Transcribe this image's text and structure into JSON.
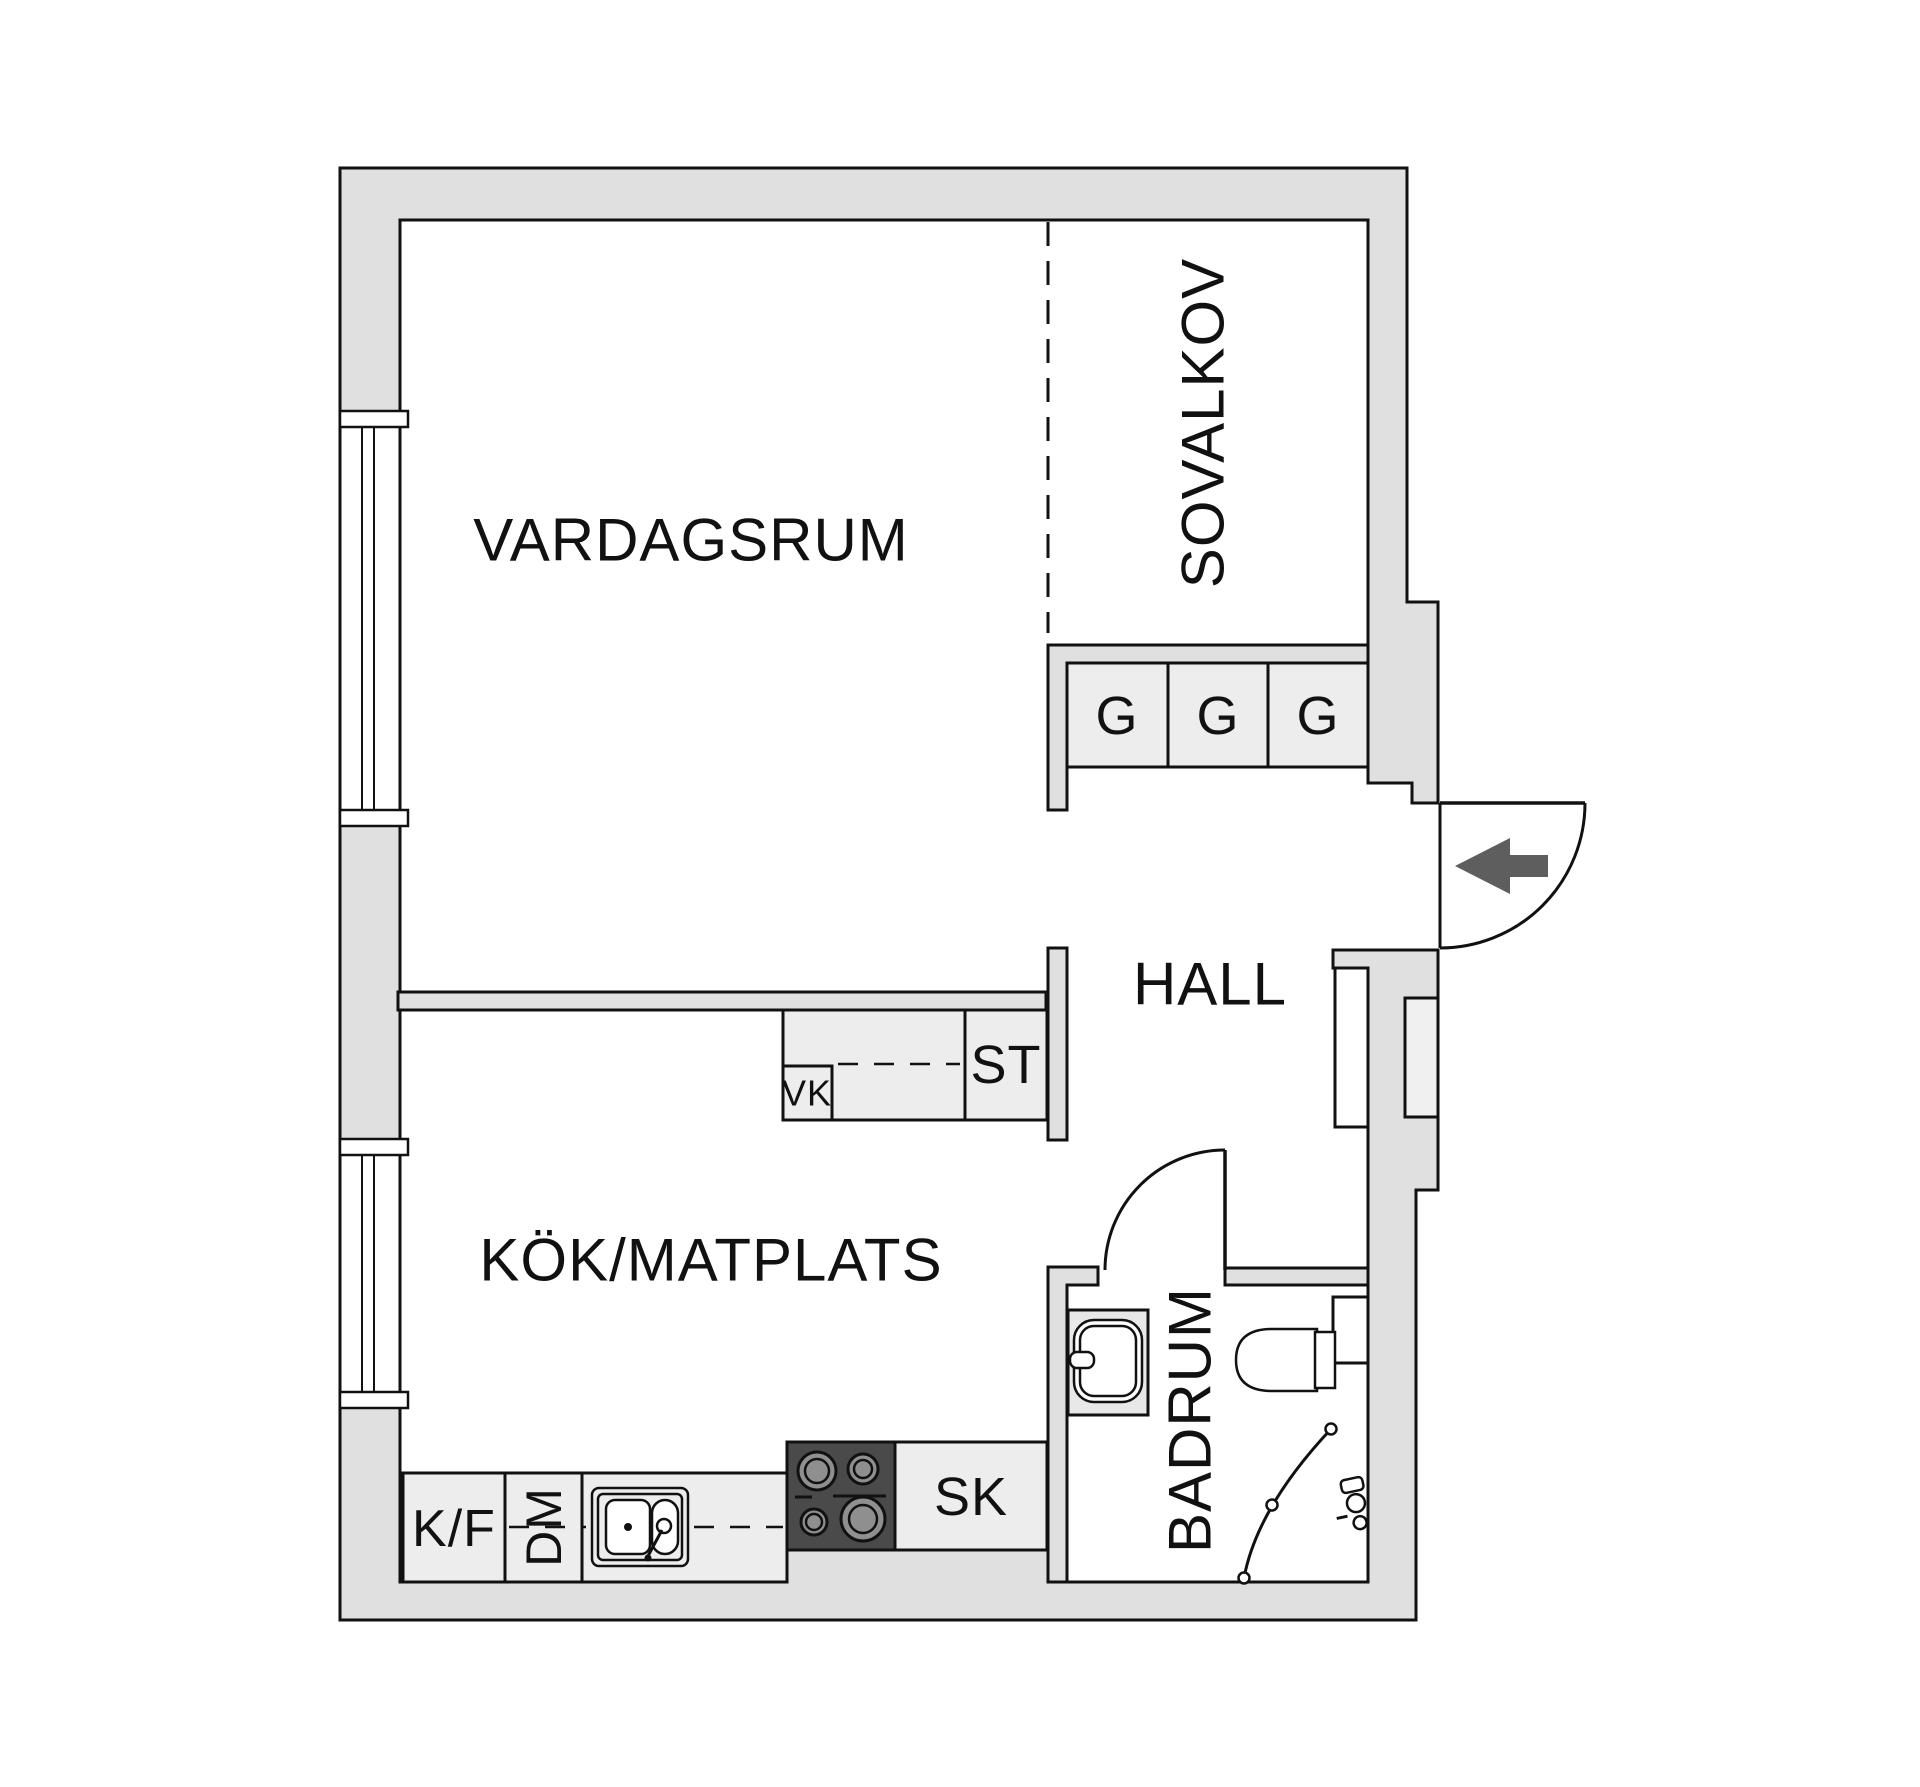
{
  "title": "Apartment floor plan",
  "colors": {
    "background": "#FFFFFF",
    "wall": "#E0E0E0",
    "fixture": "#EDEDED",
    "niche": "#F0F0F0",
    "line": "#111111",
    "stove": "#4A4A4A",
    "burner": "#8F8F8F",
    "arrow": "#5E5E5E",
    "sink_unit": "#E8E8E8"
  },
  "rooms": {
    "living": {
      "label": "VARDAGSRUM"
    },
    "sleeping_alcove": {
      "label": "SOVALKOV"
    },
    "hall": {
      "label": "HALL"
    },
    "kitchen": {
      "label": "KÖK/MATPLATS"
    },
    "bathroom": {
      "label": "BADRUM"
    }
  },
  "closets": {
    "wardrobes": [
      "G",
      "G",
      "G"
    ],
    "storage": "ST",
    "water_heater": "VK"
  },
  "kitchen_units": {
    "fridge_freezer": "K/F",
    "dishwasher": "DM",
    "cabinet": "SK"
  }
}
